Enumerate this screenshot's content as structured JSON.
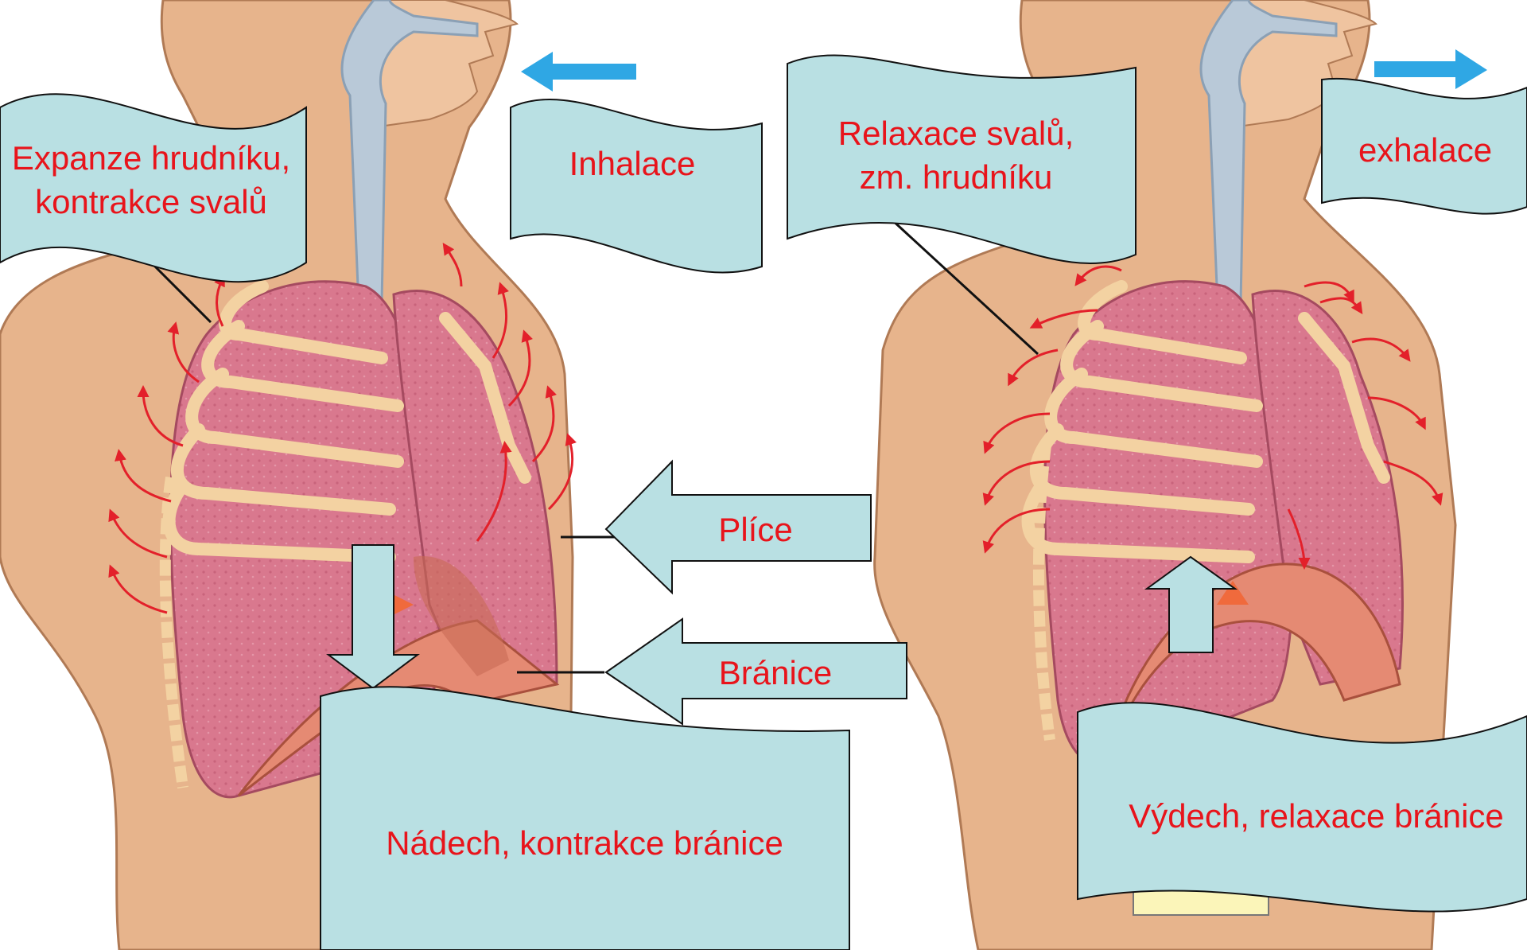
{
  "labels": {
    "inhalation_muscles": [
      "Expanze hrudníku,",
      "kontrakce svalů"
    ],
    "inhalation": "Inhalace",
    "exhalation_muscles": [
      "Relaxace svalů,",
      "zm. hrudníku"
    ],
    "exhalation": "exhalace",
    "lungs": "Plíce",
    "diaphragm": "Bránice",
    "inhale_diaphragm": "Nádech, kontrakce bránice",
    "exhale_diaphragm": "Výdech, relaxace bránice"
  },
  "colors": {
    "label_box_fill": "#b9e0e3",
    "label_text": "#e8141b",
    "skin": "#e7b48c",
    "lung": "#d9788e",
    "rib": "#f3d2a2",
    "trachea": "#b9c9d8",
    "arrow_red": "#e3202a",
    "air_arrow": "#2fa7e4"
  },
  "icons": {
    "air_in_arrow": "left-arrow-icon",
    "air_out_arrow": "right-arrow-icon",
    "diaphragm_down_arrow": "down-arrow-icon",
    "diaphragm_up_arrow": "up-arrow-icon"
  }
}
